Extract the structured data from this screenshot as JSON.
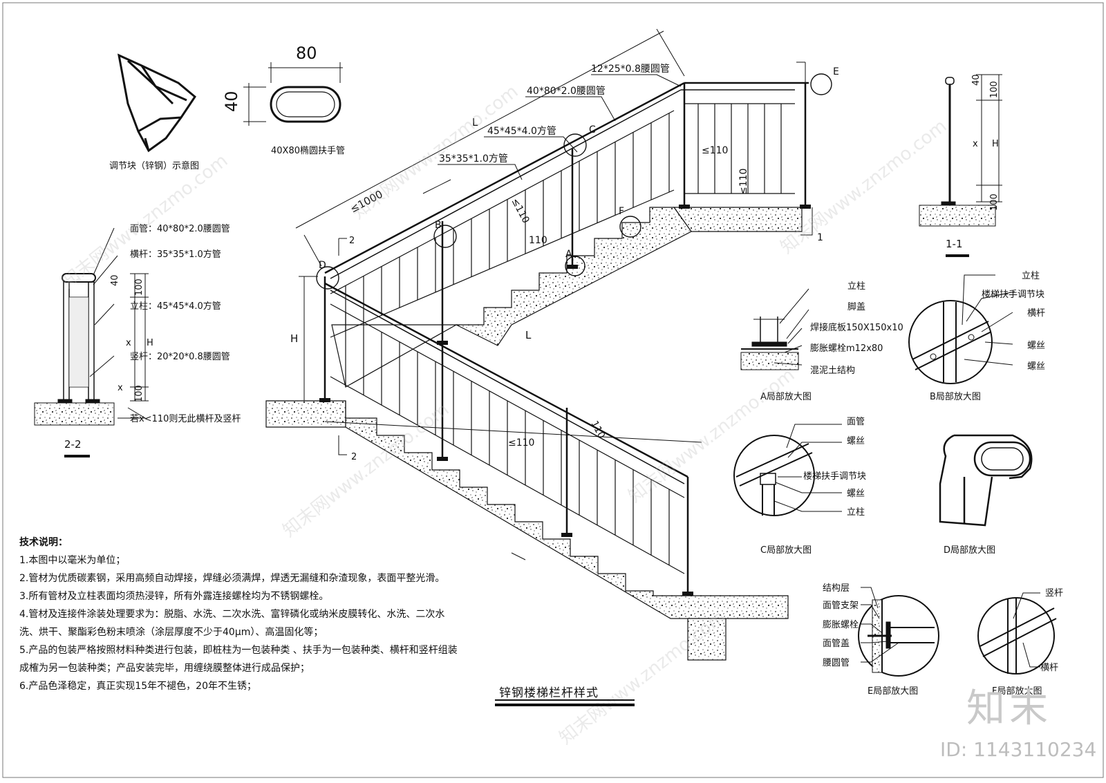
{
  "drawing": {
    "title": "锌钢楼梯栏杆样式",
    "top_labels": {
      "adjuster_caption": "调节块（锌钢）示意图",
      "handrail_caption": "40X80椭圆扶手管",
      "dim_80": "80",
      "dim_40": "40"
    },
    "main_labels": {
      "pipe_12x25": "12*25*0.8腰圆管",
      "pipe_40x80": "40*80*2.0腰圆管",
      "pipe_45x45": "45*45*4.0方管",
      "pipe_35x35": "35*35*1.0方管",
      "dim_1000": "≤1000",
      "dim_110a": "≤110",
      "dim_110b": "110",
      "dim_110c": "≤110",
      "dim_110d": "≤110",
      "dim_110e": "≤110",
      "dim_110f": "110",
      "dim_h": "H",
      "dim_l1": "L",
      "dim_l2": "L",
      "mark_a": "A",
      "mark_b": "B",
      "mark_c": "C",
      "mark_d": "D",
      "mark_e": "E",
      "mark_f": "F",
      "sec1": "1",
      "sec2a": "2",
      "sec2b": "2"
    },
    "section_22": {
      "face_pipe": "面管：40*80*2.0腰圆管",
      "rail_pipe": "横杆：35*35*1.0方管",
      "post_pipe": "立柱：45*45*4.0方管",
      "vertical_pipe": "竖杆：20*20*0.8腰圆管",
      "note": "若x<110则无此横杆及竖杆",
      "dim_40": "40",
      "dim_100": "100",
      "dim_x": "x",
      "dim_h": "H",
      "dim_100b": "100",
      "dim_x2": "x",
      "title": "2-2"
    },
    "section_11": {
      "dim_40": "40",
      "dim_100": "100",
      "dim_x": "x",
      "dim_h": "H",
      "dim_100b": "100",
      "title": "1-1"
    },
    "detail_a": {
      "post": "立柱",
      "foot_cover": "脚盖",
      "base_plate": "焊接底板150X150x10",
      "anchor_bolt": "膨胀螺栓m12x80",
      "concrete": "混泥土结构",
      "caption": "A局部放大图"
    },
    "detail_b": {
      "post": "立柱",
      "adjuster": "楼梯扶手调节块",
      "rail": "横杆",
      "screw1": "螺丝",
      "screw2": "螺丝",
      "caption": "B局部放大图"
    },
    "detail_c": {
      "face_pipe": "面管",
      "screw1": "螺丝",
      "adjuster": "楼梯扶手调节块",
      "screw2": "螺丝",
      "post": "立柱",
      "caption": "C局部放大图"
    },
    "detail_d": {
      "caption": "D局部放大图"
    },
    "detail_e": {
      "structure": "结构层",
      "face_bracket": "面管支架",
      "anchor_bolt": "膨胀螺栓",
      "face_cover": "面管盖",
      "oval_pipe": "腰圆管",
      "caption": "E局部放大图"
    },
    "detail_f": {
      "vertical": "竖杆",
      "rail": "横杆",
      "caption": "F局部放大图"
    },
    "notes": {
      "heading": "技术说明：",
      "n1": "1.本图中以毫米为单位；",
      "n2": "2.管材为优质碳素钢，采用高频自动焊接，焊缝必须满焊，焊透无漏缝和杂渣现象，表面平整光滑。",
      "n3": "3.所有管材及立柱表面均须热浸锌，所有外露连接螺栓均为不锈钢螺栓。",
      "n4": "4.管材及连接件涂装处理要求为：脱脂、水洗、二次水洗、富锌磷化或纳米皮膜转化、水洗、二次水洗、烘干、聚酯彩色粉末喷涂（涂层厚度不少于40μm）、高温固化等；",
      "n5": "5.产品的包装严格按照材料种类进行包装，即桩柱为一包装种类 、扶手为一包装种类、横杆和竖杆组装成榷为另一包装种类；产品安装完毕，用缠绕膜整体进行成品保护；",
      "n6": "6.产品色泽稳定，真正实现15年不褪色，20年不生锈；"
    },
    "branding": {
      "logo": "知末",
      "id": "ID: 1143110234",
      "watermark": "知末网www.znzmo.com"
    }
  }
}
